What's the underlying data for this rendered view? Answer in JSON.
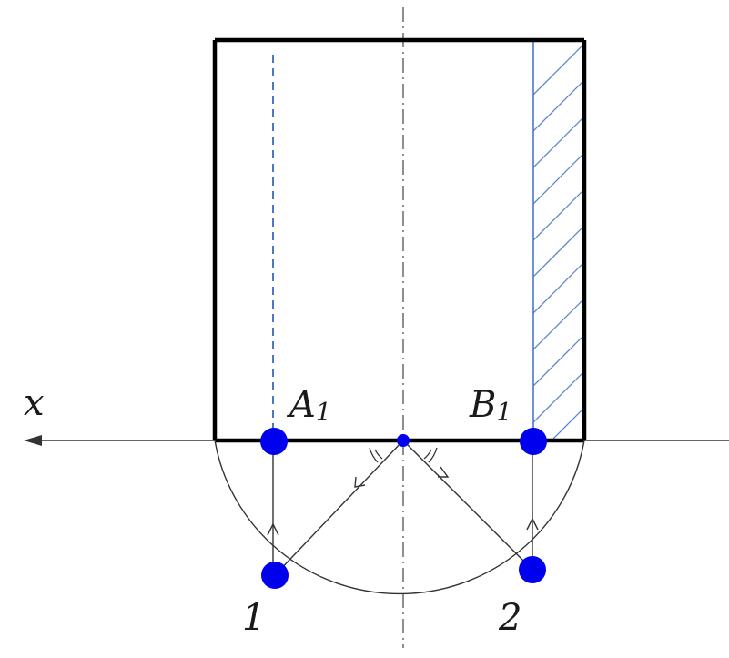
{
  "labels": {
    "axis_x": "x",
    "point_a": "A",
    "point_a_sub": "1",
    "point_b": "B",
    "point_b_sub": "1",
    "point_1": "1",
    "point_2": "2"
  },
  "colors": {
    "outline": "#000000",
    "axis": "#333333",
    "point_fill": "#0000ee",
    "dashed_line": "#4a78c8",
    "hatch": "#5b86cc"
  }
}
